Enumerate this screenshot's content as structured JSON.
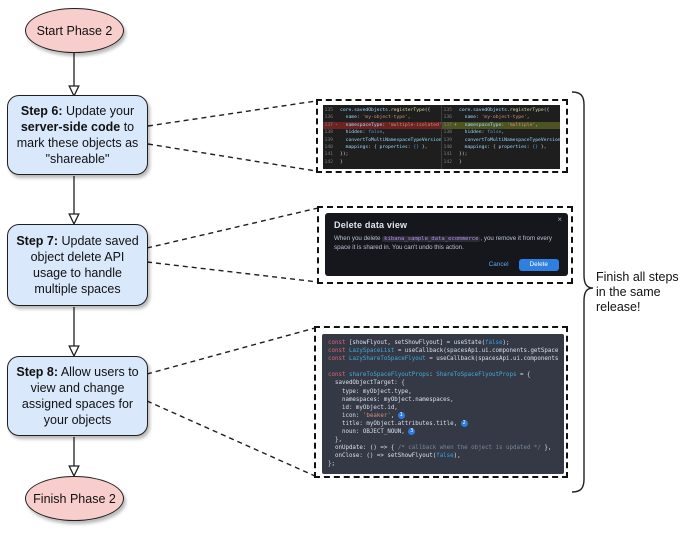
{
  "colors": {
    "node-pink": "#f8cecc",
    "node-blue": "#dae8fc",
    "shape-stroke": "#1f1f1f",
    "diff-bg": "#1e1e1e",
    "diff-removed": "#6e2323",
    "diff-added": "#4d5422",
    "modal-bg": "#16171d",
    "modal-accent": "#2f7fe0",
    "code-bg": "#343945",
    "chip-text": "#b48ae8",
    "badge-bg": "#2b7de0"
  },
  "flowchart": {
    "start": "Start Phase 2",
    "finish": "Finish Phase 2",
    "step6": {
      "bold1": "Step 6:",
      "text1": " Update your ",
      "bold2": "server-side code",
      "text2": " to mark these objects as \"shareable\""
    },
    "step7": {
      "bold1": "Step 7:",
      "text1": " Update saved object delete API usage to handle multiple spaces",
      "bold2": "",
      "text2": ""
    },
    "step8": {
      "bold1": "Step 8:",
      "text1": " Allow users to view and change assigned spaces for your objects",
      "bold2": "",
      "text2": ""
    }
  },
  "side_note": "Finish all steps in the same release!",
  "diff": {
    "left": [
      {
        "num": "135",
        "segs": [
          {
            "t": "core.savedObjects.",
            "c": "prop"
          },
          {
            "t": "registerType",
            "c": "func"
          },
          {
            "t": "({",
            "c": "plain"
          }
        ]
      },
      {
        "num": "136",
        "segs": [
          {
            "t": "  name",
            "c": "prop"
          },
          {
            "t": ": ",
            "c": "plain"
          },
          {
            "t": "'my-object-type'",
            "c": "str"
          },
          {
            "t": ",",
            "c": "plain"
          }
        ]
      },
      {
        "num": "137",
        "mark": "-",
        "hl": "removed",
        "segs": [
          {
            "t": "  namespaceType",
            "c": "prop"
          },
          {
            "t": ": ",
            "c": "plain"
          },
          {
            "t": "'multiple-isolated'",
            "c": "str"
          },
          {
            "t": ",",
            "c": "plain"
          }
        ]
      },
      {
        "num": "138",
        "segs": [
          {
            "t": "  hidden",
            "c": "prop"
          },
          {
            "t": ": ",
            "c": "plain"
          },
          {
            "t": "false",
            "c": "kw"
          },
          {
            "t": ",",
            "c": "plain"
          }
        ]
      },
      {
        "num": "139",
        "segs": [
          {
            "t": "  convertToMultiNamespaceTypeVersion",
            "c": "prop"
          },
          {
            "t": ": ",
            "c": "plain"
          },
          {
            "t": "'",
            "c": "str"
          }
        ]
      },
      {
        "num": "140",
        "segs": [
          {
            "t": "  mappings",
            "c": "prop"
          },
          {
            "t": ": { ",
            "c": "plain"
          },
          {
            "t": "properties",
            "c": "prop"
          },
          {
            "t": ": ",
            "c": "plain"
          },
          {
            "t": "{}",
            "c": "kw"
          },
          {
            "t": " },",
            "c": "plain"
          }
        ]
      },
      {
        "num": "141",
        "segs": [
          {
            "t": "});",
            "c": "plain"
          }
        ]
      },
      {
        "num": "142",
        "segs": [
          {
            "t": "}",
            "c": "plain"
          }
        ]
      }
    ],
    "right": [
      {
        "num": "135",
        "segs": [
          {
            "t": "core.savedObjects.",
            "c": "prop"
          },
          {
            "t": "registerType",
            "c": "func"
          },
          {
            "t": "({",
            "c": "plain"
          }
        ]
      },
      {
        "num": "136",
        "segs": [
          {
            "t": "  name",
            "c": "prop"
          },
          {
            "t": ": ",
            "c": "plain"
          },
          {
            "t": "'my-object-type'",
            "c": "str"
          },
          {
            "t": ",",
            "c": "plain"
          }
        ]
      },
      {
        "num": "137",
        "mark": "+",
        "hl": "added",
        "segs": [
          {
            "t": "  namespaceType",
            "c": "prop"
          },
          {
            "t": ": ",
            "c": "plain"
          },
          {
            "t": "'multiple'",
            "c": "str"
          },
          {
            "t": ",",
            "c": "plain"
          }
        ]
      },
      {
        "num": "138",
        "segs": [
          {
            "t": "  hidden",
            "c": "prop"
          },
          {
            "t": ": ",
            "c": "plain"
          },
          {
            "t": "false",
            "c": "kw"
          },
          {
            "t": ",",
            "c": "plain"
          }
        ]
      },
      {
        "num": "139",
        "segs": [
          {
            "t": "  convertToMultiNamespaceTypeVersion",
            "c": "prop"
          },
          {
            "t": ": ",
            "c": "plain"
          },
          {
            "t": "'",
            "c": "str"
          }
        ]
      },
      {
        "num": "140",
        "segs": [
          {
            "t": "  mappings",
            "c": "prop"
          },
          {
            "t": ": { ",
            "c": "plain"
          },
          {
            "t": "properties",
            "c": "prop"
          },
          {
            "t": ": ",
            "c": "plain"
          },
          {
            "t": "{}",
            "c": "kw"
          },
          {
            "t": " },",
            "c": "plain"
          }
        ]
      },
      {
        "num": "141",
        "segs": [
          {
            "t": "});",
            "c": "plain"
          }
        ]
      },
      {
        "num": "142",
        "segs": [
          {
            "t": "}",
            "c": "plain"
          }
        ]
      }
    ]
  },
  "modal": {
    "title": "Delete data view",
    "close": "×",
    "body_before": "When you delete ",
    "chip": "kibana_sample_data_ecommerce",
    "body_after": ", you remove it from every space it is shared in. You can't undo this action.",
    "cancel_label": "Cancel",
    "delete_label": "Delete"
  },
  "flyout_code": [
    [
      {
        "t": "const",
        "c": "const"
      },
      {
        "t": " [showFlyout, setShowFlyout] = useState(",
        "c": "plain"
      },
      {
        "t": "false",
        "c": "kw2"
      },
      {
        "t": ");",
        "c": "plain"
      }
    ],
    [
      {
        "t": "const",
        "c": "const"
      },
      {
        "t": " ",
        "c": "plain"
      },
      {
        "t": "LazySpaceList",
        "c": "ident"
      },
      {
        "t": " = useCallback(spacesApi.ui.components.getSpaceLi",
        "c": "plain"
      }
    ],
    [
      {
        "t": "const",
        "c": "const"
      },
      {
        "t": " ",
        "c": "plain"
      },
      {
        "t": "LazyShareToSpaceFlyout",
        "c": "ident"
      },
      {
        "t": " = useCallback(spacesApi.ui.components.ge",
        "c": "plain"
      }
    ],
    [],
    [
      {
        "t": "const",
        "c": "const"
      },
      {
        "t": " ",
        "c": "plain"
      },
      {
        "t": "shareToSpaceFlyoutProps",
        "c": "ident"
      },
      {
        "t": ": ",
        "c": "plain"
      },
      {
        "t": "ShareToSpaceFlyoutProps",
        "c": "ident"
      },
      {
        "t": " = {",
        "c": "plain"
      }
    ],
    [
      {
        "t": "  savedObjectTarget: {",
        "c": "plain"
      }
    ],
    [
      {
        "t": "    type: myObject.type,",
        "c": "plain"
      }
    ],
    [
      {
        "t": "    namespaces: myObject.namespaces,",
        "c": "plain"
      }
    ],
    [
      {
        "t": "    id: myObject.id,",
        "c": "plain"
      }
    ],
    [
      {
        "t": "    icon: ",
        "c": "plain"
      },
      {
        "t": "'beaker'",
        "c": "str2"
      },
      {
        "t": ", ",
        "c": "plain"
      },
      {
        "t": "1",
        "c": "n"
      }
    ],
    [
      {
        "t": "    title: myObject.attributes.title, ",
        "c": "plain"
      },
      {
        "t": "2",
        "c": "n"
      }
    ],
    [
      {
        "t": "    noun: OBJECT_NOUN, ",
        "c": "plain"
      },
      {
        "t": "3",
        "c": "n"
      }
    ],
    [
      {
        "t": "  },",
        "c": "plain"
      }
    ],
    [
      {
        "t": "  onUpdate: () => { ",
        "c": "plain"
      },
      {
        "t": "/* callback when the object is updated */",
        "c": "comment"
      },
      {
        "t": " },",
        "c": "plain"
      }
    ],
    [
      {
        "t": "  onClose: () => setShowFlyout(",
        "c": "plain"
      },
      {
        "t": "false",
        "c": "kw2"
      },
      {
        "t": "),",
        "c": "plain"
      }
    ],
    [
      {
        "t": "};",
        "c": "plain"
      }
    ]
  ]
}
